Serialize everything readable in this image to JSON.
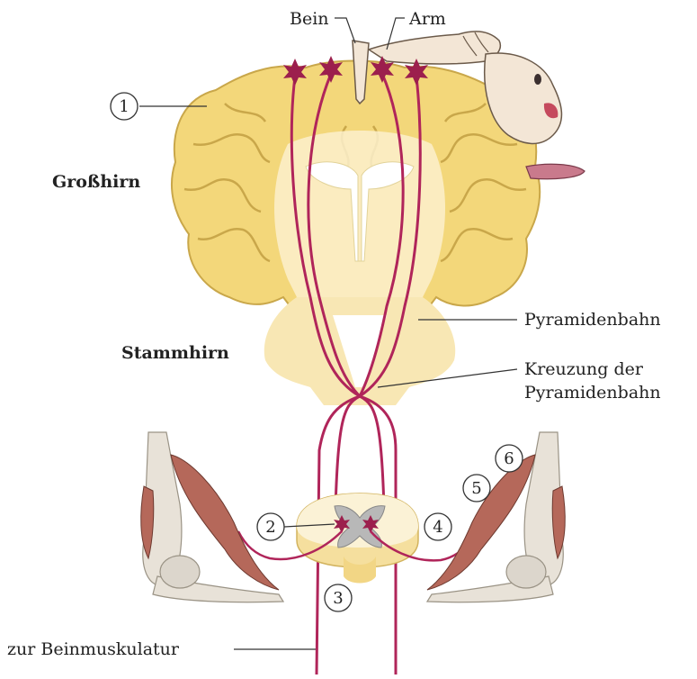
{
  "labels": {
    "bein": "Bein",
    "arm": "Arm",
    "grosshirn": "Großhirn",
    "stammhirn": "Stammhirn",
    "pyramidenbahn": "Pyramidenbahn",
    "kreuzung_line1": "Kreuzung der",
    "kreuzung_line2": "Pyramidenbahn",
    "beinmuskulatur": "zur Beinmuskulatur"
  },
  "markers": [
    "1",
    "2",
    "3",
    "4",
    "5",
    "6"
  ],
  "colors": {
    "cortex": "#f3d77a",
    "cortex_outline": "#c9a74a",
    "white_matter": "#fbf0cc",
    "brainstem": "#f8e7b4",
    "nerve": "#b0255a",
    "neuron": "#9c1f4d",
    "muscle": "#b5685a",
    "bone": "#e8e2d8",
    "grey_matter": "#b8b8b8"
  }
}
